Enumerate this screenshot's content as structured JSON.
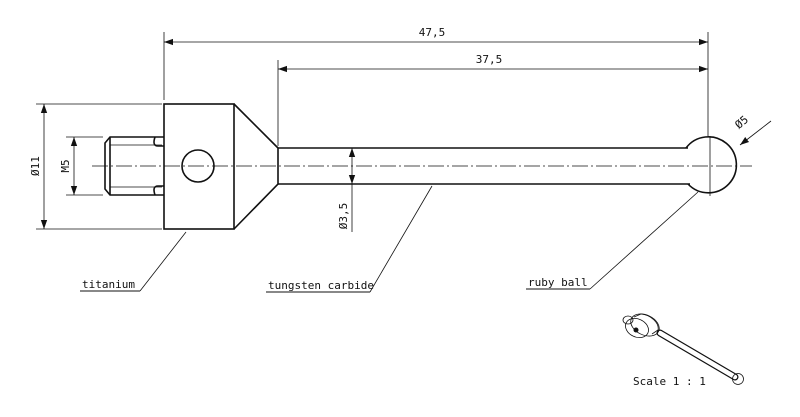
{
  "dimensions": {
    "overall_length": "47,5",
    "stem_length": "37,5",
    "head_diameter": "Ø11",
    "thread": "M5",
    "stem_diameter": "Ø3,5",
    "ball_diameter": "Ø5"
  },
  "labels": {
    "body_material": "titanium",
    "stem_material": "tungsten carbide",
    "ball_material": "ruby ball"
  },
  "scale": "Scale 1 : 1"
}
